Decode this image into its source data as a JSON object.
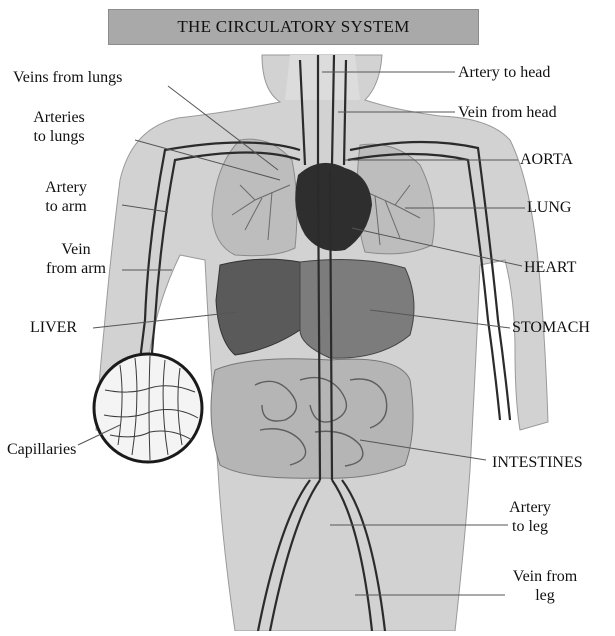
{
  "title": "THE CIRCULATORY SYSTEM",
  "labels": {
    "veins_from_lungs": "Veins from lungs",
    "arteries_to_lungs_1": "Arteries",
    "arteries_to_lungs_2": "to lungs",
    "artery_to_arm_1": "Artery",
    "artery_to_arm_2": "to arm",
    "vein_from_arm_1": "Vein",
    "vein_from_arm_2": "from arm",
    "liver": "LIVER",
    "capillaries": "Capillaries",
    "artery_to_head": "Artery to head",
    "vein_from_head": "Vein from head",
    "aorta": "AORTA",
    "lung": "LUNG",
    "heart": "HEART",
    "stomach": "STOMACH",
    "intestines": "INTESTINES",
    "artery_to_leg_1": "Artery",
    "artery_to_leg_2": "to leg",
    "vein_from_leg_1": "Vein from",
    "vein_from_leg_2": "leg"
  },
  "colors": {
    "body_fill": "#cfcfcf",
    "organ_dark": "#3a3a3a",
    "liver_fill": "#555555",
    "stomach_fill": "#7a7a7a",
    "vessel": "#2b2b2b",
    "leader": "#555555"
  }
}
